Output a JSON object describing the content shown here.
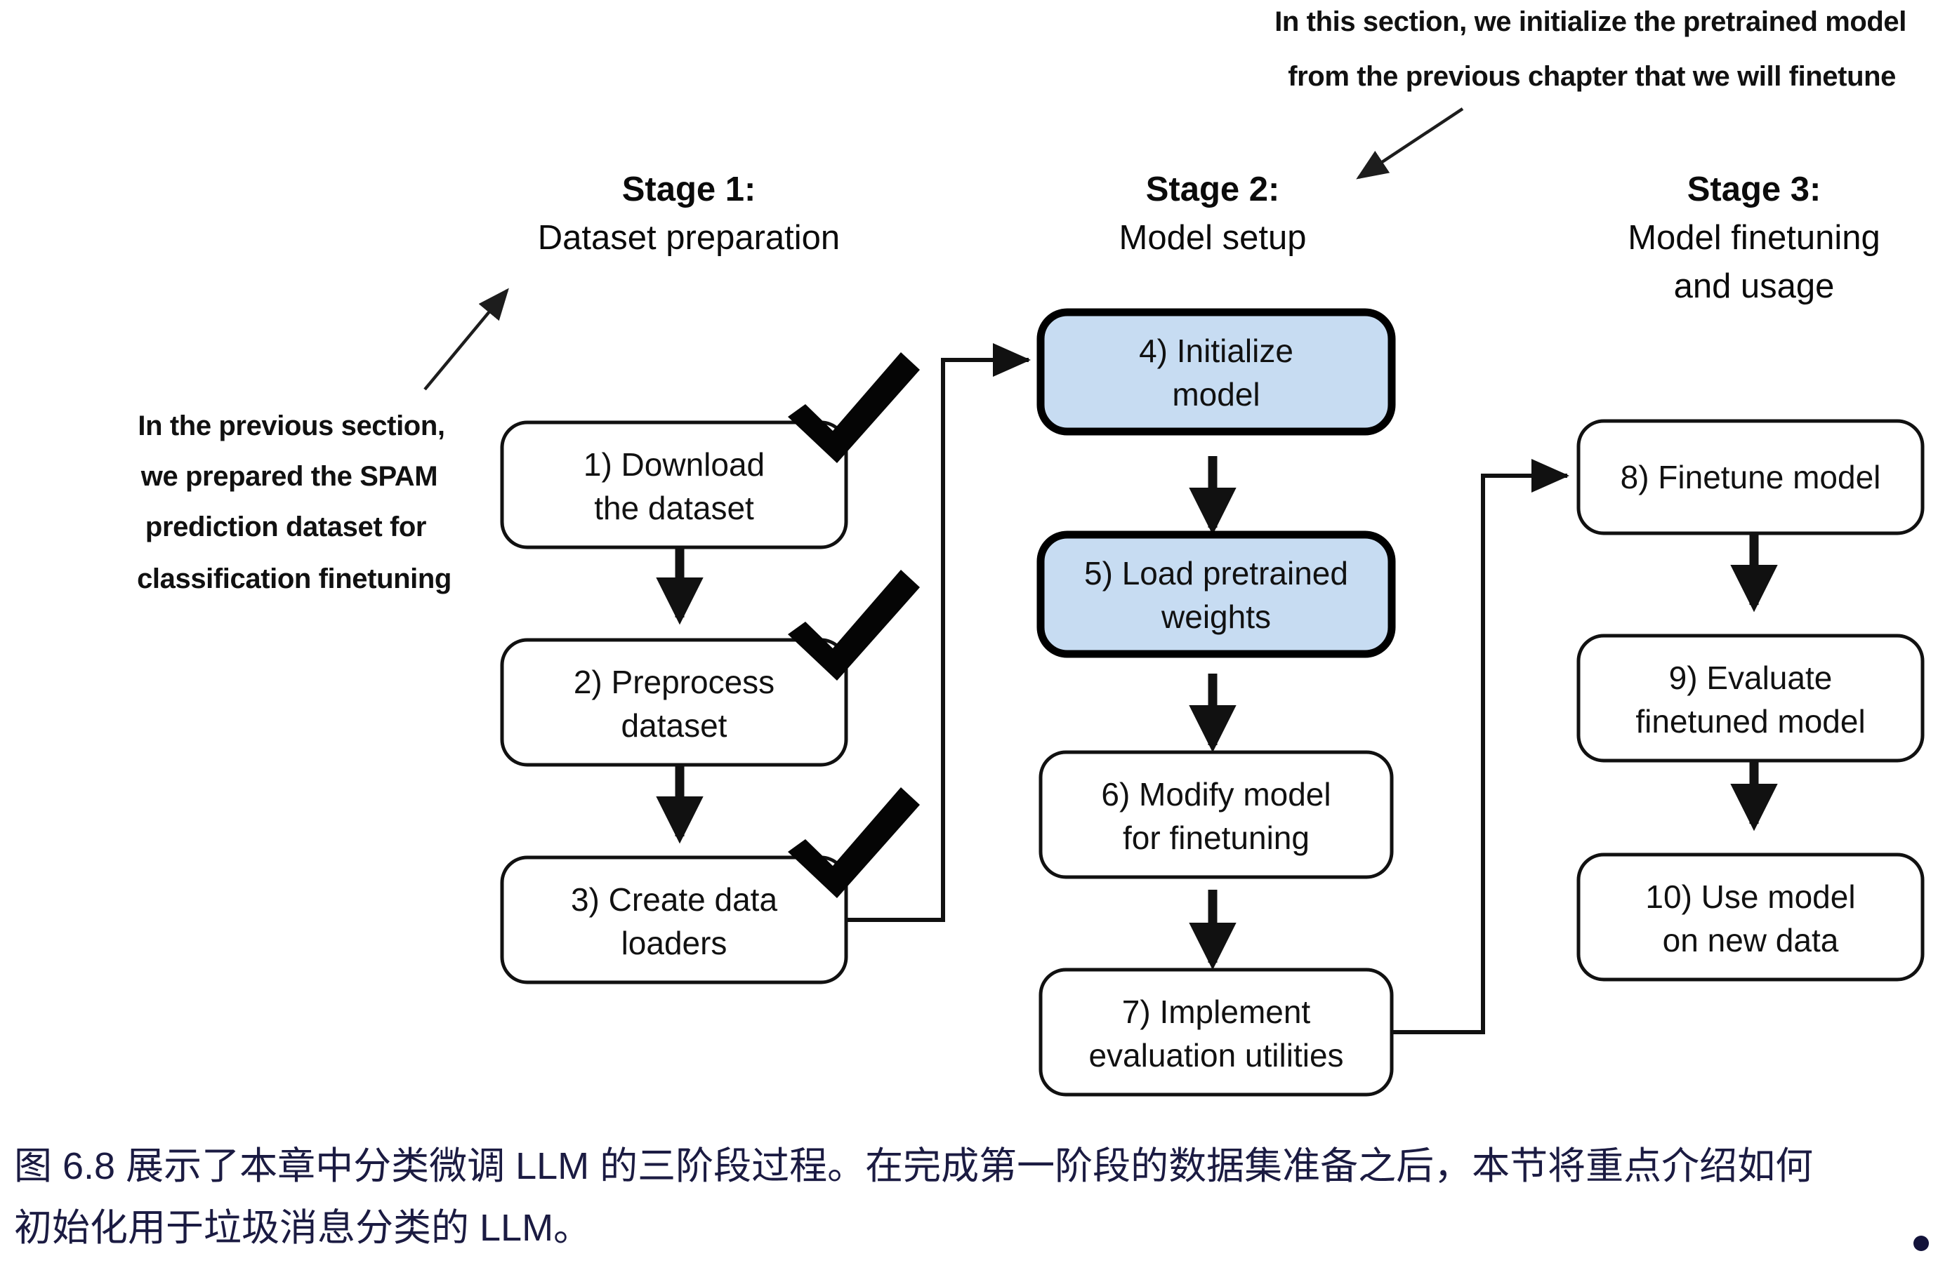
{
  "figure": {
    "title_id": "6.8",
    "background_color": "#ffffff",
    "accent_color": "#c7dcf2",
    "line_color": "#111111",
    "caption_color": "#1b1b42"
  },
  "annotations": {
    "left_note": {
      "name": "previous-section-note",
      "lines": [
        "In the previous section,",
        "we prepared the SPAM",
        "prediction dataset for",
        "classification finetuning"
      ],
      "points_to": "Stage 1"
    },
    "top_right_note": {
      "name": "this-section-note",
      "lines": [
        "In this section, we initialize the pretrained model",
        "from the previous chapter that we will finetune"
      ],
      "points_to": "4) Initialize model"
    }
  },
  "stages": [
    {
      "id": "stage-1",
      "title": "Stage 1:",
      "subtitle_lines": [
        "Dataset preparation"
      ],
      "steps": [
        {
          "number": "1)",
          "lines": [
            "1) Download",
            "the dataset"
          ],
          "checked": true,
          "highlighted": false
        },
        {
          "number": "2)",
          "lines": [
            "2) Preprocess",
            "dataset"
          ],
          "checked": true,
          "highlighted": false
        },
        {
          "number": "3)",
          "lines": [
            "3) Create data",
            "loaders"
          ],
          "checked": true,
          "highlighted": false
        }
      ]
    },
    {
      "id": "stage-2",
      "title": "Stage 2:",
      "subtitle_lines": [
        "Model setup"
      ],
      "steps": [
        {
          "number": "4)",
          "lines": [
            "4) Initialize",
            "model"
          ],
          "checked": false,
          "highlighted": true
        },
        {
          "number": "5)",
          "lines": [
            "5) Load pretrained",
            "weights"
          ],
          "checked": false,
          "highlighted": true
        },
        {
          "number": "6)",
          "lines": [
            "6) Modify model",
            "for finetuning"
          ],
          "checked": false,
          "highlighted": false
        },
        {
          "number": "7)",
          "lines": [
            "7) Implement",
            "evaluation utilities"
          ],
          "checked": false,
          "highlighted": false
        }
      ]
    },
    {
      "id": "stage-3",
      "title": "Stage 3:",
      "subtitle_lines": [
        "Model finetuning",
        "and usage"
      ],
      "steps": [
        {
          "number": "8)",
          "lines": [
            "8) Finetune model"
          ],
          "checked": false,
          "highlighted": false
        },
        {
          "number": "9)",
          "lines": [
            "9) Evaluate",
            "finetuned model"
          ],
          "checked": false,
          "highlighted": false
        },
        {
          "number": "10)",
          "lines": [
            "10) Use model",
            "on new data"
          ],
          "checked": false,
          "highlighted": false
        }
      ]
    }
  ],
  "caption": {
    "line1": "图 6.8 展示了本章中分类微调 LLM 的三阶段过程。在完成第一阶段的数据集准备之后，本节将重点介绍如何",
    "line2": "初始化用于垃圾消息分类的 LLM。"
  }
}
